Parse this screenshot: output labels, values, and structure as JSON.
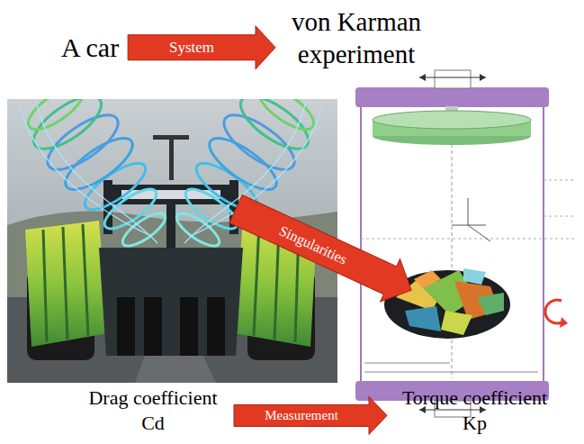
{
  "diagram": {
    "nodes": [
      {
        "text": [
          "A car"
        ]
      },
      {
        "text": [
          "von Karman experiment"
        ]
      },
      {
        "text": [
          "Drag coefficient Cd"
        ]
      },
      {
        "text": [
          "Torque coefficient Kp"
        ]
      }
    ],
    "edges": [
      {
        "from": 0,
        "to": 1,
        "label": "System",
        "arrow": "to"
      },
      {
        "from": 2,
        "to": 3,
        "label": "Measurement",
        "arrow": "to"
      }
    ],
    "labels": [
      "Singularities"
    ]
  }
}
